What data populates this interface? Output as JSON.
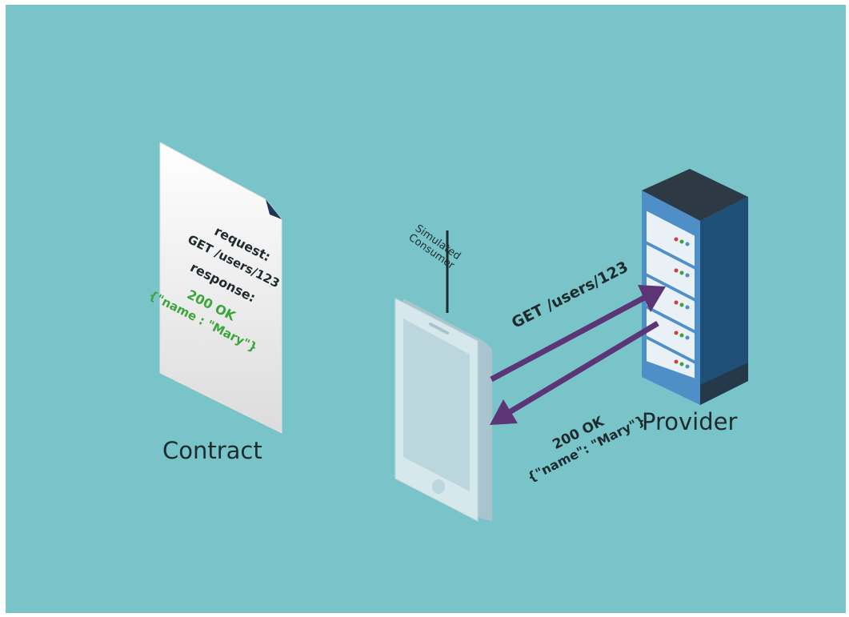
{
  "contract": {
    "request_label": "request:",
    "request_line": "GET /users/123",
    "response_label": "response:",
    "response_status": "200 OK",
    "response_body": "{\"name : \"Mary\"}",
    "caption": "Contract"
  },
  "consumer": {
    "label_line1": "Simulated",
    "label_line2": "Consumer"
  },
  "request_arrow": {
    "text": "GET /users/123"
  },
  "response_arrow": {
    "status": "200 OK",
    "body": "{\"name\": \"Mary\"}"
  },
  "provider": {
    "caption": "Provider"
  },
  "colors": {
    "background": "#79c4c9",
    "arrow": "#5b3575",
    "response_text": "#3aa63a",
    "server_front": "#4f8fc7",
    "server_side": "#1f4f77",
    "server_top": "#2d3a45"
  }
}
